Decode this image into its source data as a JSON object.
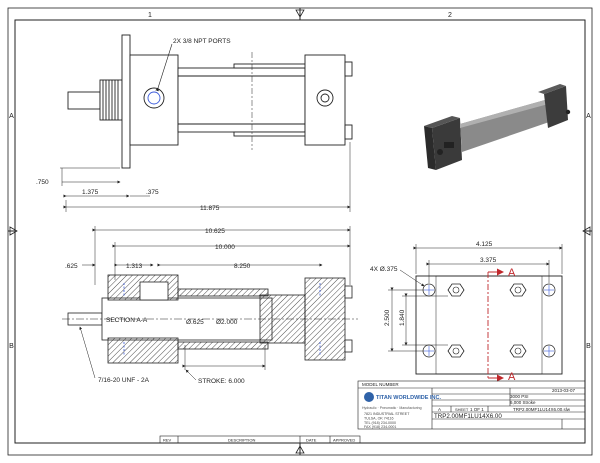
{
  "border": {
    "zones_top": [
      "1",
      "2"
    ],
    "zones_side": [
      "A",
      "B"
    ]
  },
  "top_view": {
    "port_note": "2X 3/8 NPT PORTS",
    "dim_750": ".750",
    "dim_1375": "1.375",
    "dim_375": ".375",
    "dim_11875": "11.875"
  },
  "section_view": {
    "dim_10625": "10.625",
    "dim_10000": "10.000",
    "dim_625": ".625",
    "dim_1313": "1.313",
    "dim_8250": "8.250",
    "section_label": "SECTION A-A",
    "dia_625": "Ø.625",
    "dia_2000": "Ø2.000",
    "thread_note": "7/16-20 UNF - 2A",
    "stroke_note": "STROKE: 6.000"
  },
  "end_view": {
    "dim_4125": "4.125",
    "dim_3375": "3.375",
    "holes_note": "4X Ø.375",
    "dim_2500": "2.500",
    "dim_1840": "1.840",
    "section_marker": "A"
  },
  "title_block": {
    "model_number_label": "MODEL NUMBER",
    "company_name": "TITAN WORLDWIDE INC.",
    "company_tagline": "Hydraulic · Pneumatic · Manufacturing",
    "address_lines": [
      "7821 INDUSTRIAL STREET",
      "TULSA, OK 74116",
      "TEL (918) 234-0000",
      "FAX (918) 234-0001"
    ],
    "pressure": "3000 PSI",
    "material": "6,000 Stroke",
    "date": "2013-03-07",
    "file_name": "TRP2.00MF1LU14X6.00.slw",
    "model_number": "TRP2.00MF1LU14X6.00",
    "sheet_size": "A",
    "sheet_label": "SHEET",
    "sheet_of": "1 OF 1",
    "rev_col": "REV",
    "desc_col": "DESCRIPTION",
    "date_col": "DATE",
    "approved_col": "APPROVED"
  }
}
